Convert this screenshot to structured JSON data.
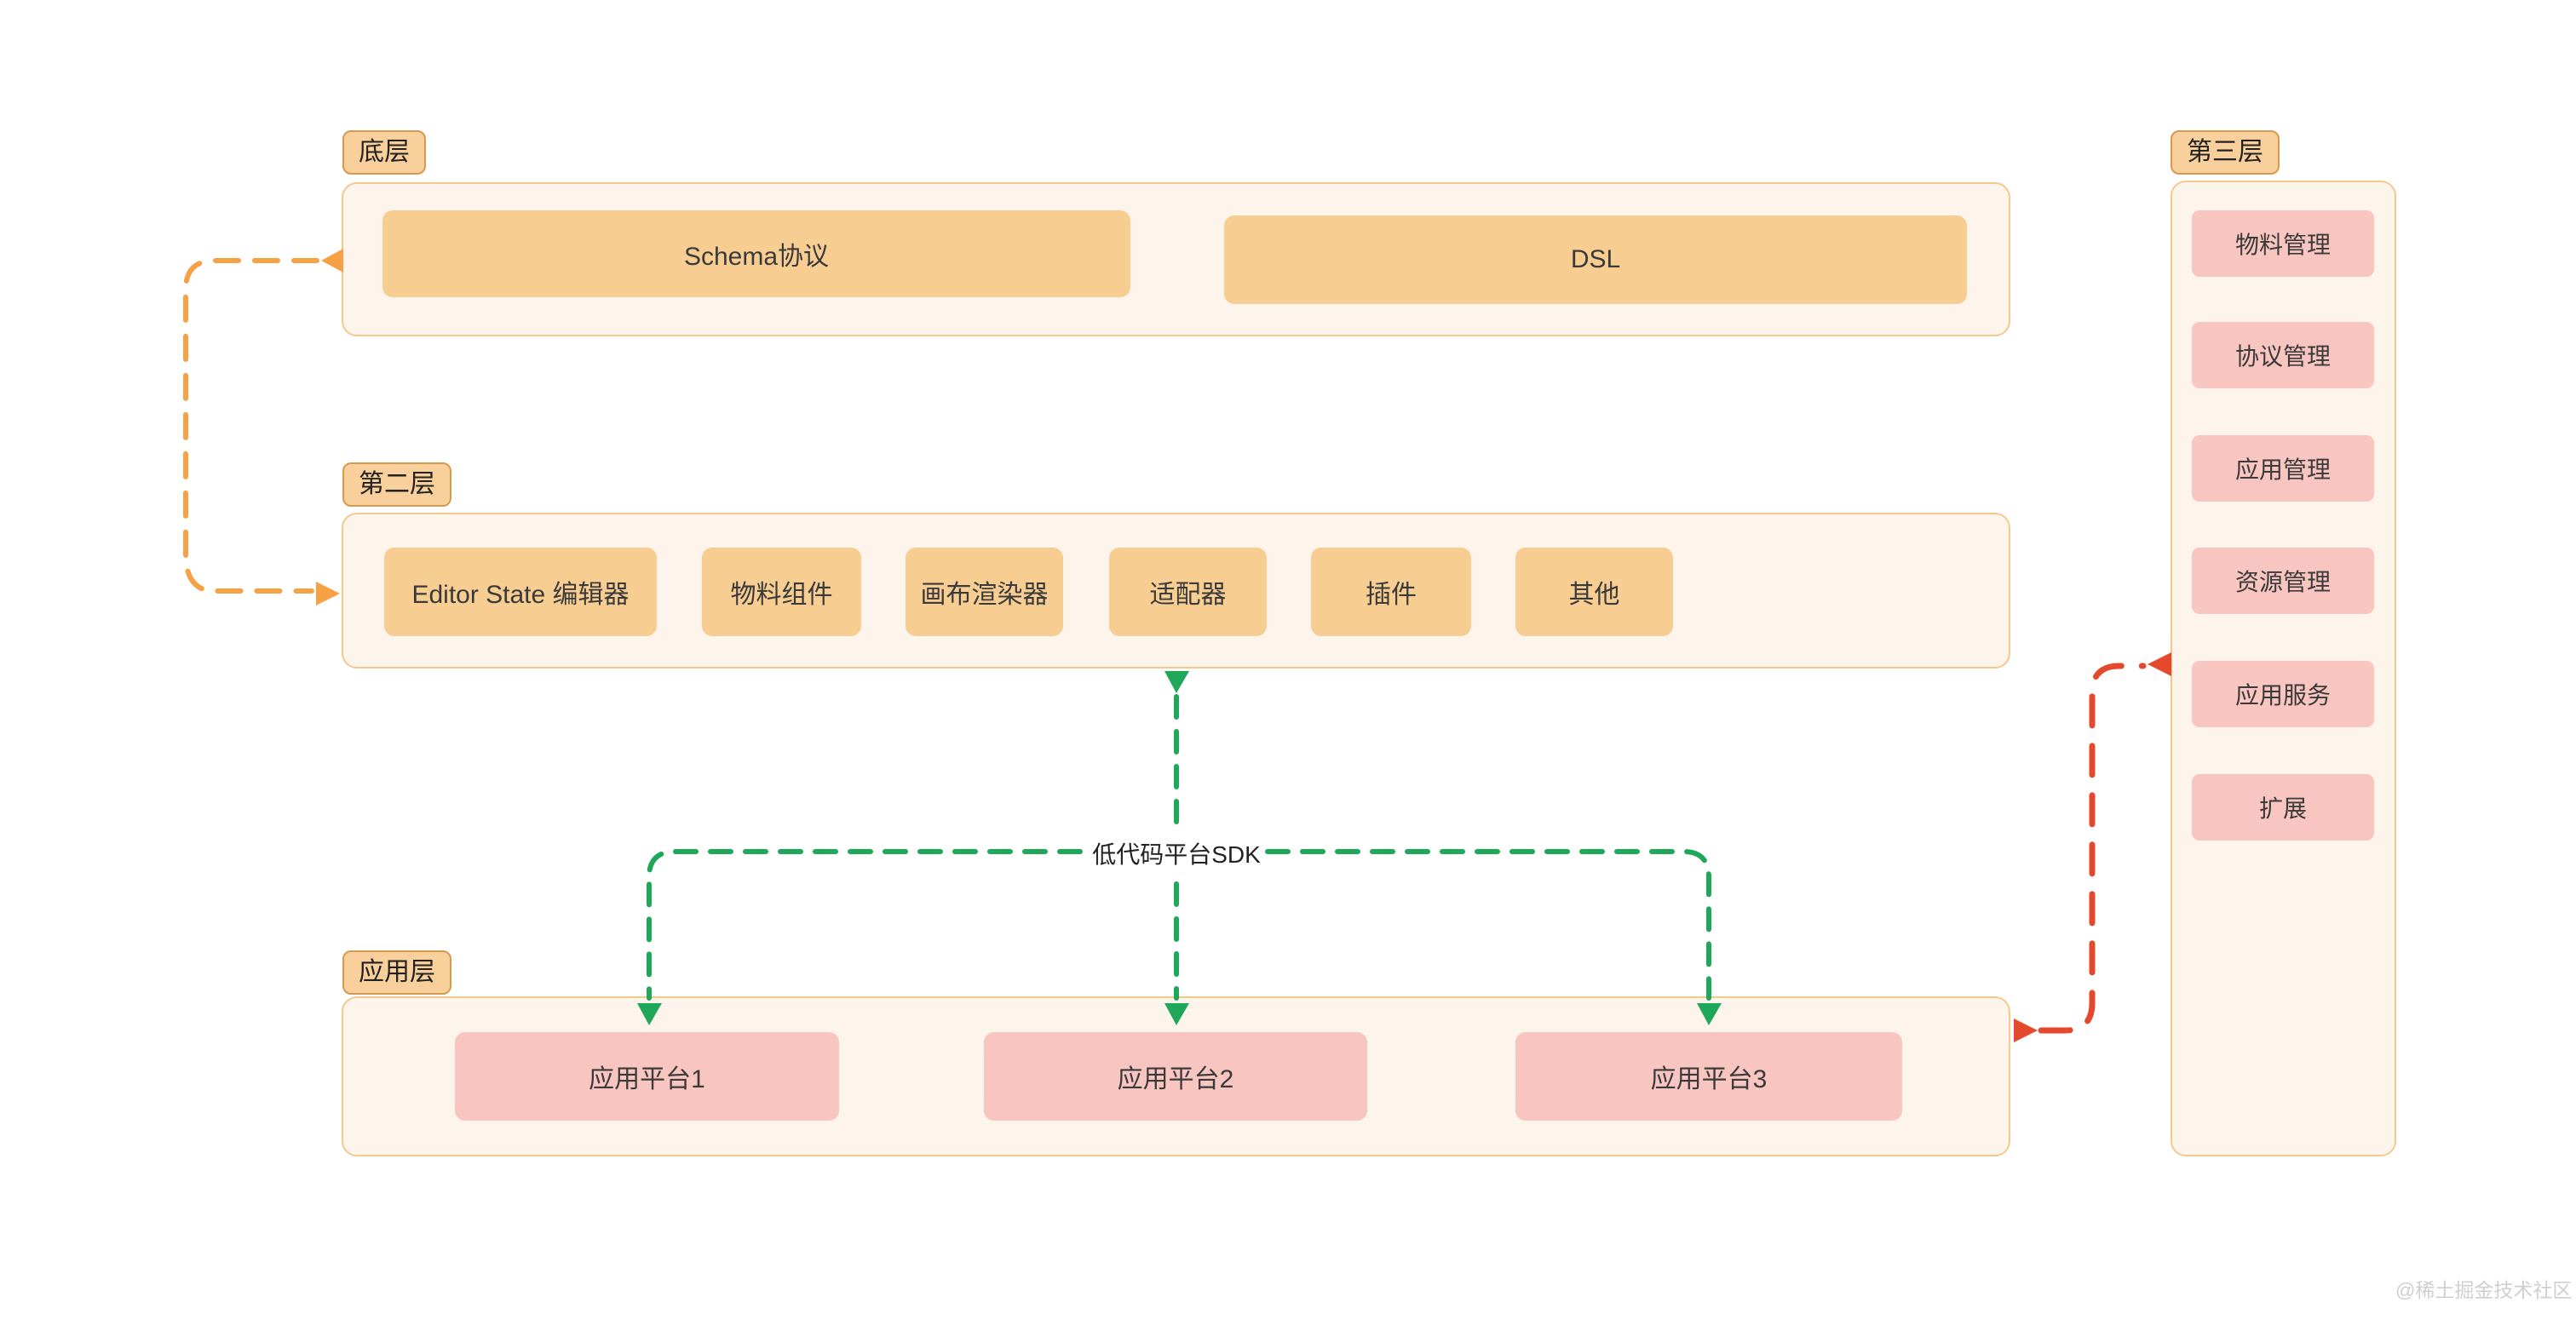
{
  "layers": {
    "bottom": {
      "badge": "底层",
      "boxes": [
        "Schema协议",
        "DSL"
      ]
    },
    "second": {
      "badge": "第二层",
      "boxes": [
        "Editor State 编辑器",
        "物料组件",
        "画布渲染器",
        "适配器",
        "插件",
        "其他"
      ]
    },
    "app": {
      "badge": "应用层",
      "boxes": [
        "应用平台1",
        "应用平台2",
        "应用平台3"
      ]
    },
    "third": {
      "badge": "第三层",
      "boxes": [
        "物料管理",
        "协议管理",
        "应用管理",
        "资源管理",
        "应用服务",
        "扩展"
      ]
    }
  },
  "connector_label": "低代码平台SDK",
  "watermark": "@稀土掘金技术社区",
  "colors": {
    "orange_box_fill": "#F8CD92",
    "pink_box_fill": "#F9C5C0",
    "container_fill": "#FDF4EC",
    "container_border": "#F4C98E",
    "badge_fill": "#F9D09B",
    "badge_border": "#D59A4E",
    "green_connector": "#1FA75A",
    "orange_connector": "#F6A143",
    "red_connector": "#E5492D"
  }
}
